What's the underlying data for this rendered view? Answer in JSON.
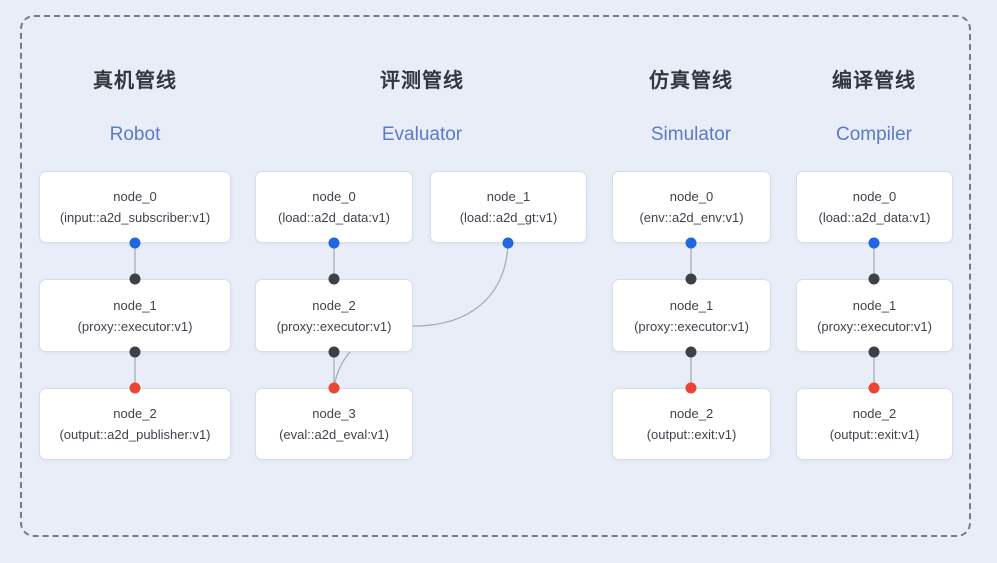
{
  "pipelines": [
    {
      "id": "robot",
      "title_zh": "真机管线",
      "title_en": "Robot",
      "nodes": [
        {
          "name": "node_0",
          "detail": "(input::a2d_subscriber:v1)"
        },
        {
          "name": "node_1",
          "detail": "(proxy::executor:v1)"
        },
        {
          "name": "node_2",
          "detail": "(output::a2d_publisher:v1)"
        }
      ]
    },
    {
      "id": "evaluator",
      "title_zh": "评测管线",
      "title_en": "Evaluator",
      "nodes": [
        {
          "name": "node_0",
          "detail": "(load::a2d_data:v1)"
        },
        {
          "name": "node_1",
          "detail": "(load::a2d_gt:v1)"
        },
        {
          "name": "node_2",
          "detail": "(proxy::executor:v1)"
        },
        {
          "name": "node_3",
          "detail": "(eval::a2d_eval:v1)"
        }
      ]
    },
    {
      "id": "simulator",
      "title_zh": "仿真管线",
      "title_en": "Simulator",
      "nodes": [
        {
          "name": "node_0",
          "detail": "(env::a2d_env:v1)"
        },
        {
          "name": "node_1",
          "detail": "(proxy::executor:v1)"
        },
        {
          "name": "node_2",
          "detail": "(output::exit:v1)"
        }
      ]
    },
    {
      "id": "compiler",
      "title_zh": "编译管线",
      "title_en": "Compiler",
      "nodes": [
        {
          "name": "node_0",
          "detail": "(load::a2d_data:v1)"
        },
        {
          "name": "node_1",
          "detail": "(proxy::executor:v1)"
        },
        {
          "name": "node_2",
          "detail": "(output::exit:v1)"
        }
      ]
    }
  ],
  "ports": {
    "blue_dot": "output-port-blue",
    "dark_dot": "connector-port-dark",
    "red_dot": "input-port-red"
  },
  "colors": {
    "canvas-bg": "#e8edf8",
    "node-bg": "#ffffff",
    "node-border": "#d9dee6",
    "node-text": "#3e444b",
    "heading-zh": "#33383e",
    "heading-en": "#5b7ac8",
    "edge": "#a6aebb",
    "port-blue": "#1f66e0",
    "port-dark": "#3d4045",
    "port-red": "#ec4532",
    "dashed-border": "#757c88"
  }
}
